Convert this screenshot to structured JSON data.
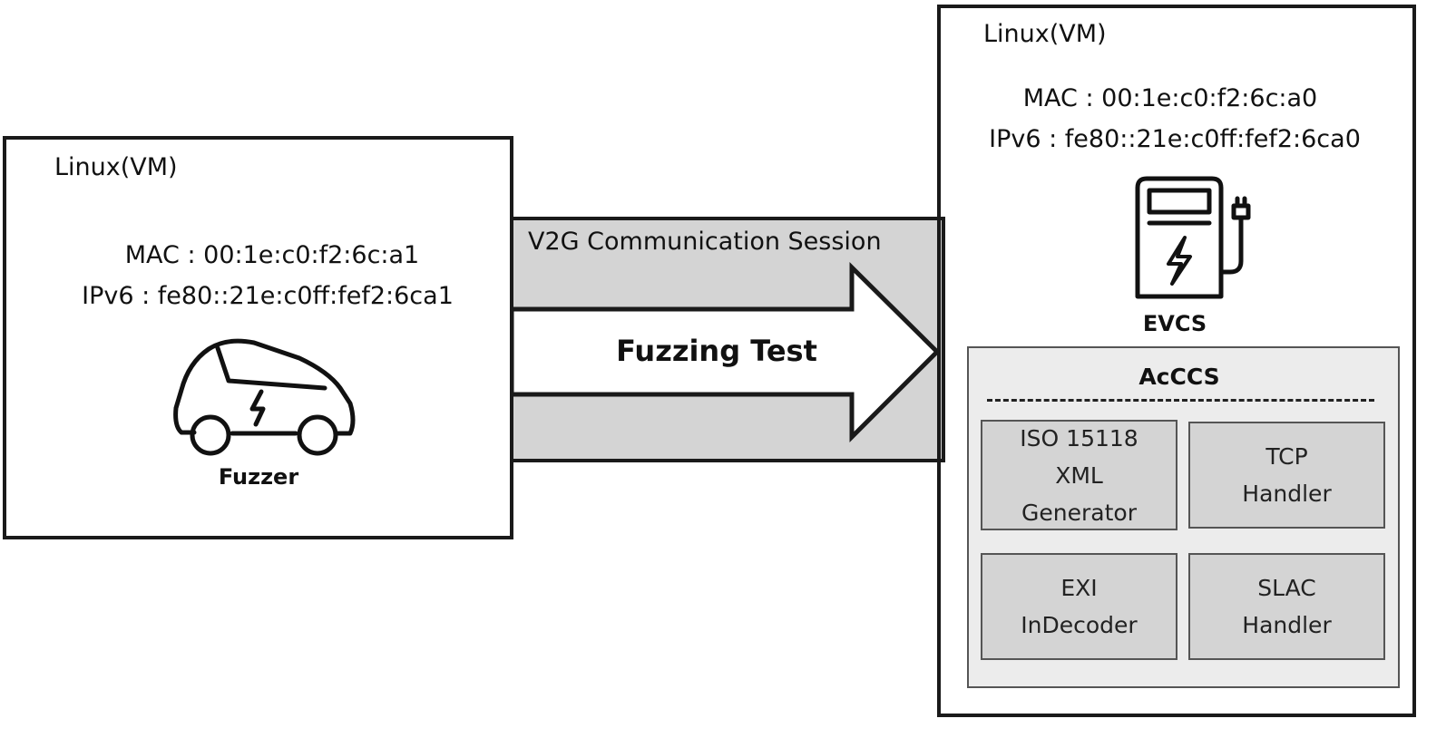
{
  "fuzzer_vm": {
    "title": "Linux(VM)",
    "mac": "MAC : 00:1e:c0:f2:6c:a1",
    "ipv6": "IPv6 : fe80::21e:c0ff:fef2:6ca1",
    "device_label": "Fuzzer",
    "icon": "electric-car-icon"
  },
  "session": {
    "label": "V2G Communication Session",
    "arrow_label": "Fuzzing Test"
  },
  "evcs_vm": {
    "title": "Linux(VM)",
    "mac": "MAC : 00:1e:c0:f2:6c:a0",
    "ipv6": "IPv6 : fe80::21e:c0ff:fef2:6ca0",
    "device_label": "EVCS",
    "icon": "charging-station-icon"
  },
  "accs": {
    "title": "AcCCS",
    "modules": [
      {
        "line1": "ISO 15118",
        "line2": "XML",
        "line3": "Generator"
      },
      {
        "line1": "TCP",
        "line2": "Handler"
      },
      {
        "line1": "EXI",
        "line2": "InDecoder"
      },
      {
        "line1": "SLAC",
        "line2": "Handler"
      }
    ]
  },
  "colors": {
    "session_band": "#d4d4d4",
    "stroke": "#1a1a1a",
    "accs_background": "#ececec",
    "module_background": "#d4d4d4"
  }
}
